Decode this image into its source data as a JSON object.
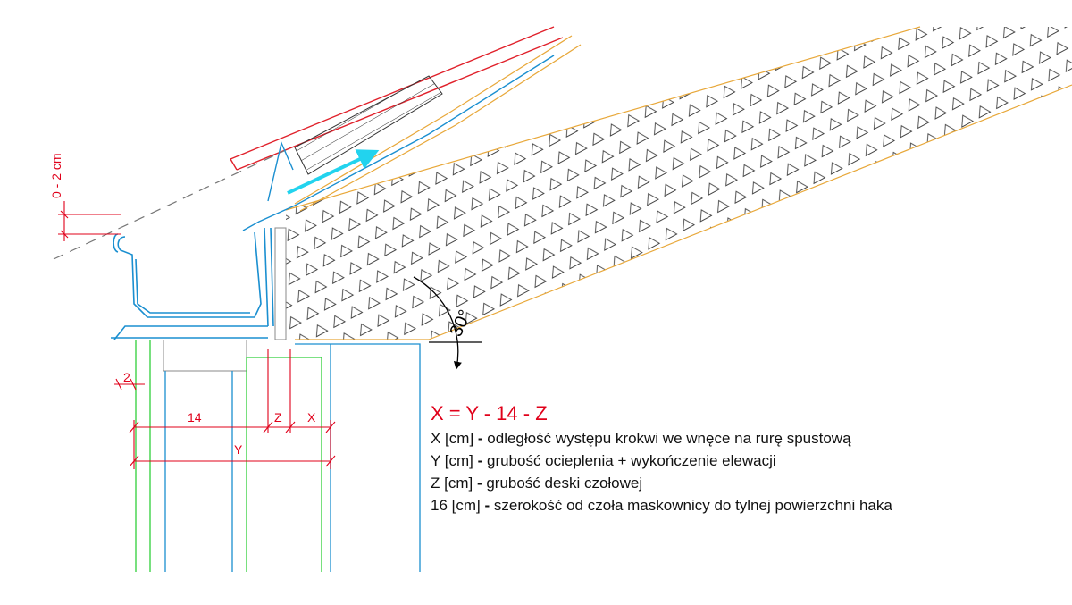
{
  "colors": {
    "dimension": "#e0001a",
    "gutter": "#1a8fd0",
    "wall_green": "#2fcf3a",
    "insulation": "#e8a83a",
    "roof_red": "#e0202a",
    "arrow_cyan": "#22d3ee",
    "text": "#111111"
  },
  "dimensions": {
    "top_offset": "0 - 2 cm",
    "lip": "2",
    "hook": "14",
    "board": "Z",
    "gap": "X",
    "total": "Y",
    "angle": "30°"
  },
  "legend": {
    "formula": "X = Y - 14 - Z",
    "rows": [
      {
        "key": "X [cm]",
        "sep": " - ",
        "text": "odległość występu krokwi we wnęce na rurę spustową"
      },
      {
        "key": "Y [cm]",
        "sep": " - ",
        "text": "grubość ocieplenia + wykończenie elewacji"
      },
      {
        "key": "Z [cm]",
        "sep": " - ",
        "text": "grubość deski czołowej"
      },
      {
        "key": "16 [cm]",
        "sep": " - ",
        "text": "szerokość od czoła maskownicy do tylnej powierzchni haka"
      }
    ]
  }
}
